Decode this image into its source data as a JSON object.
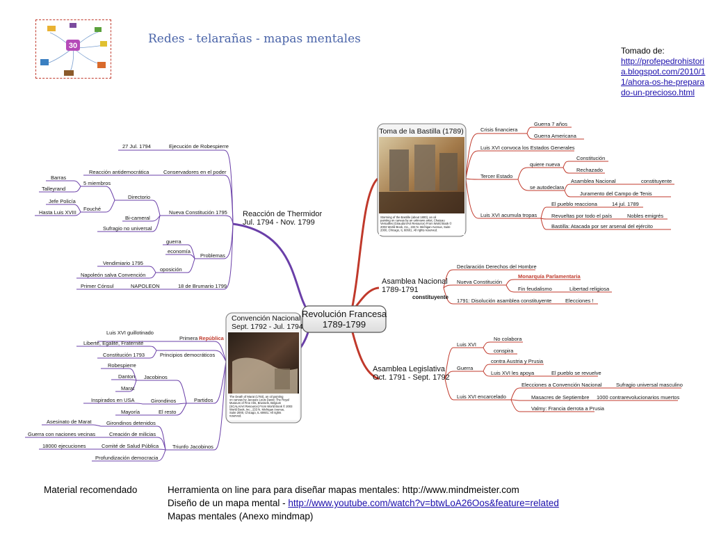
{
  "header": {
    "title": "Redes - telarañas - mapas mentales",
    "thumbnail_badge": "30"
  },
  "source": {
    "label": "Tomado de:",
    "link": "http://profepedrohistoria.blogspot.com/2010/11/ahora-os-he-preparado-un-precioso.html"
  },
  "center": {
    "line1": "Revolución Francesa",
    "line2": "1789-1799"
  },
  "branches": {
    "bastilla": {
      "title": "Toma de la Bastilla (1789)",
      "caption": "Storming of the Bastille (about 1800), an oil painting on canvas by an unknown artist; Chateau Versailles (Giraudon/Art Resource) From World Book © 2003 World Book, Inc., 233 N. Michigan Avenue, Suite 2000, Chicago, IL 60601. All rights reserved.",
      "crisis": "Crisis financiera",
      "guerra7": "Guerra 7 años",
      "guerraAm": "Guerra Americana",
      "convoca": "Luis XVI convoca los Estados Generales",
      "tercer": "Tercer Estado",
      "quiere": "quiere nueva",
      "constitucion": "Constitución",
      "rechazado": "Rechazado",
      "autodeclara": "se autodeclara",
      "asamblea": "Asamblea Nacional",
      "constituyente": "constituyente",
      "juramento": "Juramento del Campo de Tenis",
      "acumula": "Luis XVI acumula tropas",
      "pueblo": "El pueblo reacciona",
      "fecha": "14 jul. 1789",
      "revueltas": "Revueltas por todo el país",
      "nobles": "Nobles emigrés",
      "atacada": "Bastilla: Atacada por ser arsenal del ejército"
    },
    "asamblea": {
      "title1": "Asamblea Nacional",
      "title2": "1789-1791",
      "sub": "constituyente",
      "declaracion": "Declaración Derechos del Hombre",
      "nueva": "Nueva Constitución",
      "monarquia": "Monarquía Parlamentaria",
      "feudalismo": "Fin feudalismo",
      "libertad": "Libertad religiosa",
      "disolucion": "1791: Disolución asamblea constituyente",
      "elecciones": "Elecciones !"
    },
    "legislativa": {
      "title1": "Asamblea Legislativa",
      "title2": "Oct. 1791 - Sept. 1792",
      "luis": "Luis XVI",
      "colabora": "No colabora",
      "conspira": "conspira",
      "guerra": "Guerra",
      "contra": "contra Austria y Prusia",
      "apoya": "Luis XVI les apoya",
      "revuelve": "El pueblo se revuelve",
      "encarcelado": "Luis XVI encarcelado",
      "elecciones": "Elecciones a Convención Nacional",
      "sufragio": "Sufragio universal masculino",
      "masacres": "Masacres de Septiembre",
      "muertos": "1000 contrarevolucionarios muertos",
      "valmy": "Valmy: Francia derrota a Prusia"
    },
    "thermidor": {
      "title1": "Reacción de Thermidor",
      "title2": "Jul. 1794 - Nov. 1799",
      "ejecucion": "Ejecución de Robespierre",
      "fecha": "27 Jul. 1794",
      "conservadores": "Conservadores en el poder",
      "reaccion": "Reacción antidemocrática",
      "nueva": "Nueva Constitución 1795",
      "directorio": "Directorio",
      "miembros": "5 miembros",
      "barras": "Barras",
      "talleyrand": "Talleyrand",
      "fouche": "Fouché",
      "jefe": "Jefe Policía",
      "hasta": "Hasta Luis XVIII",
      "bicameral": "Bi-cameral",
      "sufragio": "Sufragio no universal",
      "problemas": "Problemas",
      "guerra": "guerra",
      "economia": "economía",
      "oposicion": "oposición",
      "vendimiario": "Vendimiario 1795",
      "napoleon": "Napoleón salva Convención",
      "brumario": "18 de Brumario 1799",
      "napoleonCaps": "NAPOLEON",
      "consul": "Primer Cónsul"
    },
    "convencion": {
      "title1": "Convención Nacional",
      "title2": "Sept. 1792 - Jul. 1794",
      "caption": "The Death of Marat (1793), an oil painting on canvas by Jacques Louis David; The Royal Museum of Fine Arts, Brussels, Belgium (SCALA/Art Resource) From World Book © 2003 World Book, Inc., 233 N. Michigan Avenue, Suite 2000, Chicago, IL 60601. All rights reserved.",
      "primera": "Primera",
      "republica": "República",
      "guillotinado": "Luis XVI guillotinado",
      "principios": "Principios democráticos",
      "liberte": "Liberté, Egalité, Fraternité",
      "constitucion": "Constitución 1793",
      "partidos": "Partidos",
      "jacobinos": "Jacobinos",
      "robespierre": "Robespierre",
      "danton": "Danton",
      "marat": "Marat",
      "girondinos": "Girondinos",
      "usa": "Inspirados en USA",
      "resto": "El resto",
      "mayoria": "Mayoría",
      "triunfo": "Triunfo Jacobinos",
      "detenidos": "Girondinos detenidos",
      "asesinato": "Asesinato de Marat",
      "milicias": "Creación de milicias",
      "vecinas": "Guerra con naciones vecinas",
      "comite": "Comité de Salud Pública",
      "ejecuciones": "18000 ejecuciones",
      "profundizacion": "Profundización democracia"
    }
  },
  "footer": {
    "label": "Material recomendado",
    "line1": "Herramienta on line para para diseñar mapas mentales: http://www.mindmeister.com",
    "line2_prefix": "Diseño de un mapa mental - ",
    "line2_link": "http://www.youtube.com/watch?v=btwLoA26Oos&feature=related",
    "line3": "Mapas mentales (Anexo mindmap)"
  },
  "colors": {
    "red": "#c0392b",
    "purple": "#6a3fa8",
    "title_blue": "#4a64a8",
    "link": "#1a0dab",
    "monarquia": "#c0392b"
  }
}
